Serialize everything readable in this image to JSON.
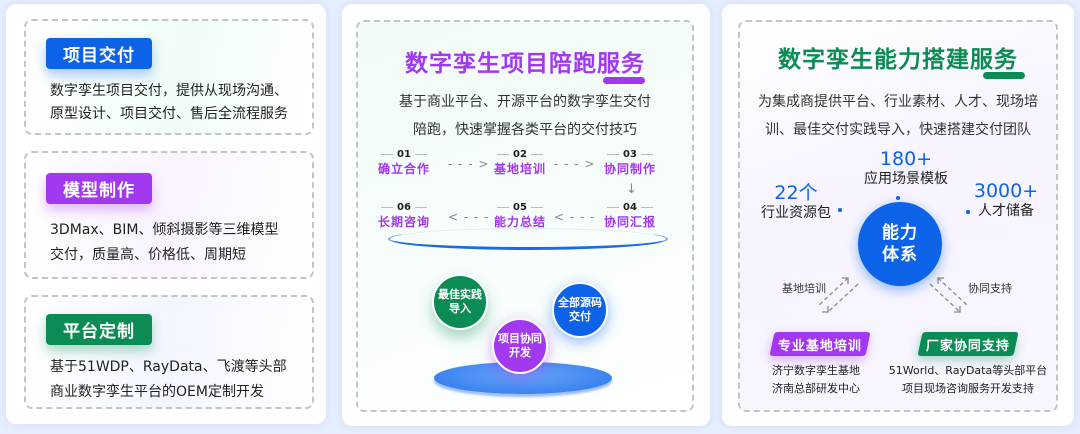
{
  "left_panel": {
    "cards": [
      {
        "tag": "项目交付",
        "color": "#0c63e7",
        "lines": [
          "数字孪生项目交付，提供从现场沟通、",
          "原型设计、项目交付、售后全流程服务"
        ]
      },
      {
        "tag": "模型制作",
        "color": "#a238f0",
        "lines": [
          "3DMax、BIM、倾斜摄影等三维模型",
          "交付，质量高、价格低、周期短"
        ]
      },
      {
        "tag": "平台定制",
        "color": "#0b8c55",
        "lines": [
          "基于51WDP、RayData、飞渡等头部",
          "商业数字孪生平台的OEM定制开发"
        ]
      }
    ]
  },
  "middle_panel": {
    "title": "数字孪生项目陪跑服务",
    "title_color": "#a238f0",
    "subtitle_lines": [
      "基于商业平台、开源平台的数字孪生交付",
      "陪跑，快速掌握各类平台的交付技巧"
    ],
    "steps": [
      {
        "num": "01",
        "label": "确立合作"
      },
      {
        "num": "02",
        "label": "基地培训"
      },
      {
        "num": "03",
        "label": "协同制作"
      },
      {
        "num": "04",
        "label": "协同汇报"
      },
      {
        "num": "05",
        "label": "能力总结"
      },
      {
        "num": "06",
        "label": "长期咨询"
      }
    ],
    "arrows": {
      "right": "- - - >",
      "left": "< - - -",
      "down": "↓"
    },
    "bubbles": [
      {
        "line1": "最佳实践",
        "line2": "导入",
        "color": "#0b8c55"
      },
      {
        "line1": "全部源码",
        "line2": "交付",
        "color": "#0c63e7"
      },
      {
        "line1": "项目协同",
        "line2": "开发",
        "color": "#a238f0"
      }
    ]
  },
  "right_panel": {
    "title": "数字孪生能力搭建服务",
    "title_color": "#0b8c55",
    "subtitle_lines": [
      "为集成商提供平台、行业素材、人才、现场培",
      "训、最佳交付实践导入，快速搭建交付团队"
    ],
    "stats": [
      {
        "value": "22个",
        "caption": "行业资源包"
      },
      {
        "value": "180+",
        "caption": "应用场景模板"
      },
      {
        "value": "3000+",
        "caption": "人才储备"
      }
    ],
    "core": {
      "line1": "能力",
      "line2": "体系"
    },
    "links": {
      "left": "基地培训",
      "right": "协同支持"
    },
    "pillars": [
      {
        "tag": "专业基地培训",
        "color": "#a238f0",
        "lines": [
          "济宁数字孪生基地",
          "济南总部研发中心"
        ]
      },
      {
        "tag": "厂家协同支持",
        "color": "#0b8c55",
        "lines": [
          "51World、RayData等头部平台",
          "项目现场咨询服务开发支持"
        ]
      }
    ]
  }
}
